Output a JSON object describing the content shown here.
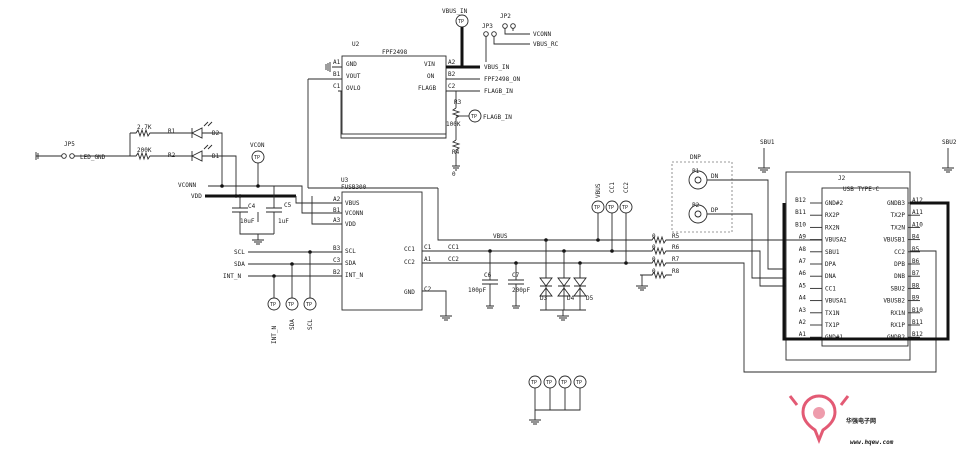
{
  "components": {
    "u2_ref": "U2",
    "u2_part": "FPF2498",
    "u2_pins": {
      "gnd": "GND",
      "vout": "VOUT",
      "ovlo": "OVLO",
      "vin": "VIN",
      "on": "ON",
      "flagb": "FLAGB",
      "a1": "A1",
      "a2": "A2",
      "b1": "B1",
      "b2": "B2",
      "c1": "C1",
      "c2": "C2"
    },
    "u3_ref": "U3",
    "u3_part": "FUSB300",
    "u3_pins": {
      "vbus": "VBUS",
      "vconn": "VCONN",
      "vdd": "VDD",
      "scl": "SCL",
      "sda": "SDA",
      "int_n": "INT_N",
      "cc1": "CC1",
      "cc2": "CC2",
      "gnd": "GND",
      "a2": "A2",
      "b1": "B1",
      "a3": "A3",
      "b3": "B3",
      "c3": "C3",
      "b2": "B2",
      "c1": "C1",
      "a1": "A1",
      "c2": "C2"
    },
    "j2_ref": "J2",
    "j2_part": "USB TYPE-C",
    "j2_left_pins": [
      "B12",
      "B11",
      "B10",
      "A9",
      "A8",
      "A7",
      "A6",
      "A5",
      "A4",
      "A3",
      "A2",
      "A1"
    ],
    "j2_left_names": [
      "GND#2",
      "RX2P",
      "RX2N",
      "VBUSA2",
      "SBU1",
      "DPA",
      "DNA",
      "CC1",
      "VBUSA1",
      "TX1N",
      "TX1P",
      "GND#1"
    ],
    "j2_right_pins": [
      "A12",
      "A11",
      "A10",
      "B4",
      "B5",
      "B6",
      "B7",
      "B8",
      "B9",
      "B10",
      "B11",
      "B12"
    ],
    "j2_right_names": [
      "GNDB3",
      "TX2P",
      "TX2N",
      "VBUSB1",
      "CC2",
      "DPB",
      "DNB",
      "SBU2",
      "VBUSB2",
      "RX1N",
      "RX1P",
      "GNDB2"
    ]
  },
  "nets": {
    "vbus_in": "VBUS_IN",
    "vbus_in2": "VBUS_IN",
    "vconn": "VCONN",
    "vbus_rc": "VBUS_RC",
    "fpf_on": "FPF2498_ON",
    "flagb_in": "FLAGB_IN",
    "flagb_in_tp": "FLAGB_IN",
    "led_gnd": "LED_GND",
    "vconn_in": "VCONN",
    "vdd": "VDD",
    "scl": "SCL",
    "sda": "SDA",
    "int_n": "INT_N",
    "cc1": "CC1",
    "cc2": "CC2",
    "vbus": "VBUS",
    "dnp": "DNP",
    "sbu1": "SBU1",
    "sbu2": "SBU2"
  },
  "parts": {
    "jp2": "JP2",
    "jp3": "JP3",
    "jp5": "JP5",
    "r1": "R1",
    "r2": "R2",
    "r3": "R3",
    "r4": "R4",
    "r5": "R5",
    "r6": "R6",
    "r7": "R7",
    "r8": "R8",
    "r1_val": "2.7K",
    "r2_val": "200K",
    "r3_val": "100K",
    "r4_val": "0",
    "r5_val": "0",
    "r6_val": "0",
    "r7_val": "0",
    "r8_val": "0",
    "d1": "D1",
    "d2": "D2",
    "d3": "D3",
    "d4": "D4",
    "d5": "D5",
    "c4": "C4",
    "c5": "C5",
    "c6": "C6",
    "c7": "C7",
    "c4_val": "10uF",
    "c5_val": "1uF",
    "c6_val": "100pF",
    "c7_val": "200pF",
    "p1": "P1",
    "p2": "P2",
    "dp": "DP",
    "dn": "DN"
  },
  "testpoints": {
    "vbus_in": "VBUS_IN",
    "vconn": "VCON",
    "flagb": "TP",
    "int_n": "INT_N",
    "sda": "SDA",
    "scl": "SCL",
    "vbus": "VBUS",
    "cc1": "CC1",
    "cc2": "CC2",
    "tp": "TP"
  },
  "watermark": {
    "site_cn": "华强电子网",
    "site_url": "www.hqew.com",
    "accent": "#e35a74"
  }
}
